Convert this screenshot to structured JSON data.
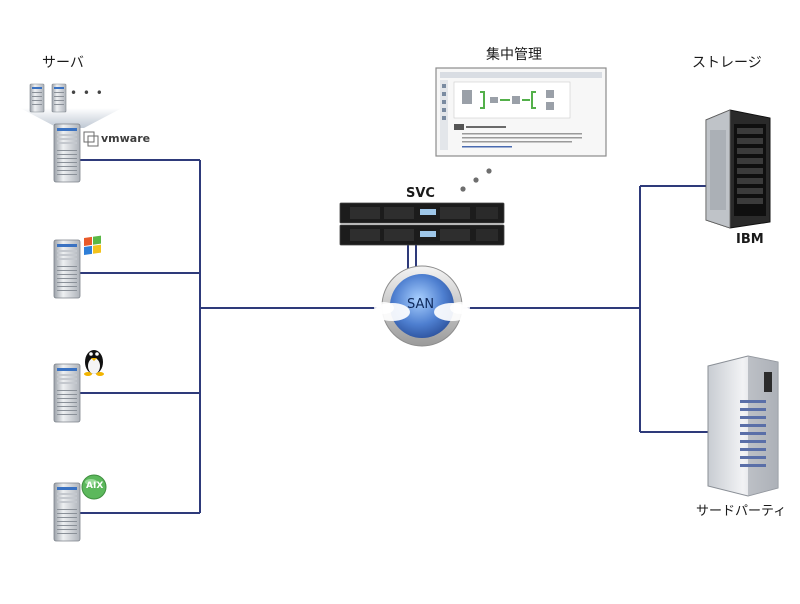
{
  "labels": {
    "servers": "サーバ",
    "central_management": "集中管理",
    "storage": "ストレージ",
    "svc": "SVC",
    "san": "SAN",
    "ibm": "IBM",
    "third_party": "サードパーティ",
    "vmware": "vmware",
    "aix": "AIX",
    "ellipsis": "• • •"
  },
  "colors": {
    "wire": "#2e3a7a",
    "san_blue": "#4e7fd0",
    "aix_green": "#5cb85c"
  },
  "icons": {
    "os": [
      "vmware-logo",
      "windows-logo",
      "linux-tux-icon",
      "aix-logo"
    ],
    "storage": [
      "ibm-rack-icon",
      "third-party-storage-icon"
    ]
  }
}
